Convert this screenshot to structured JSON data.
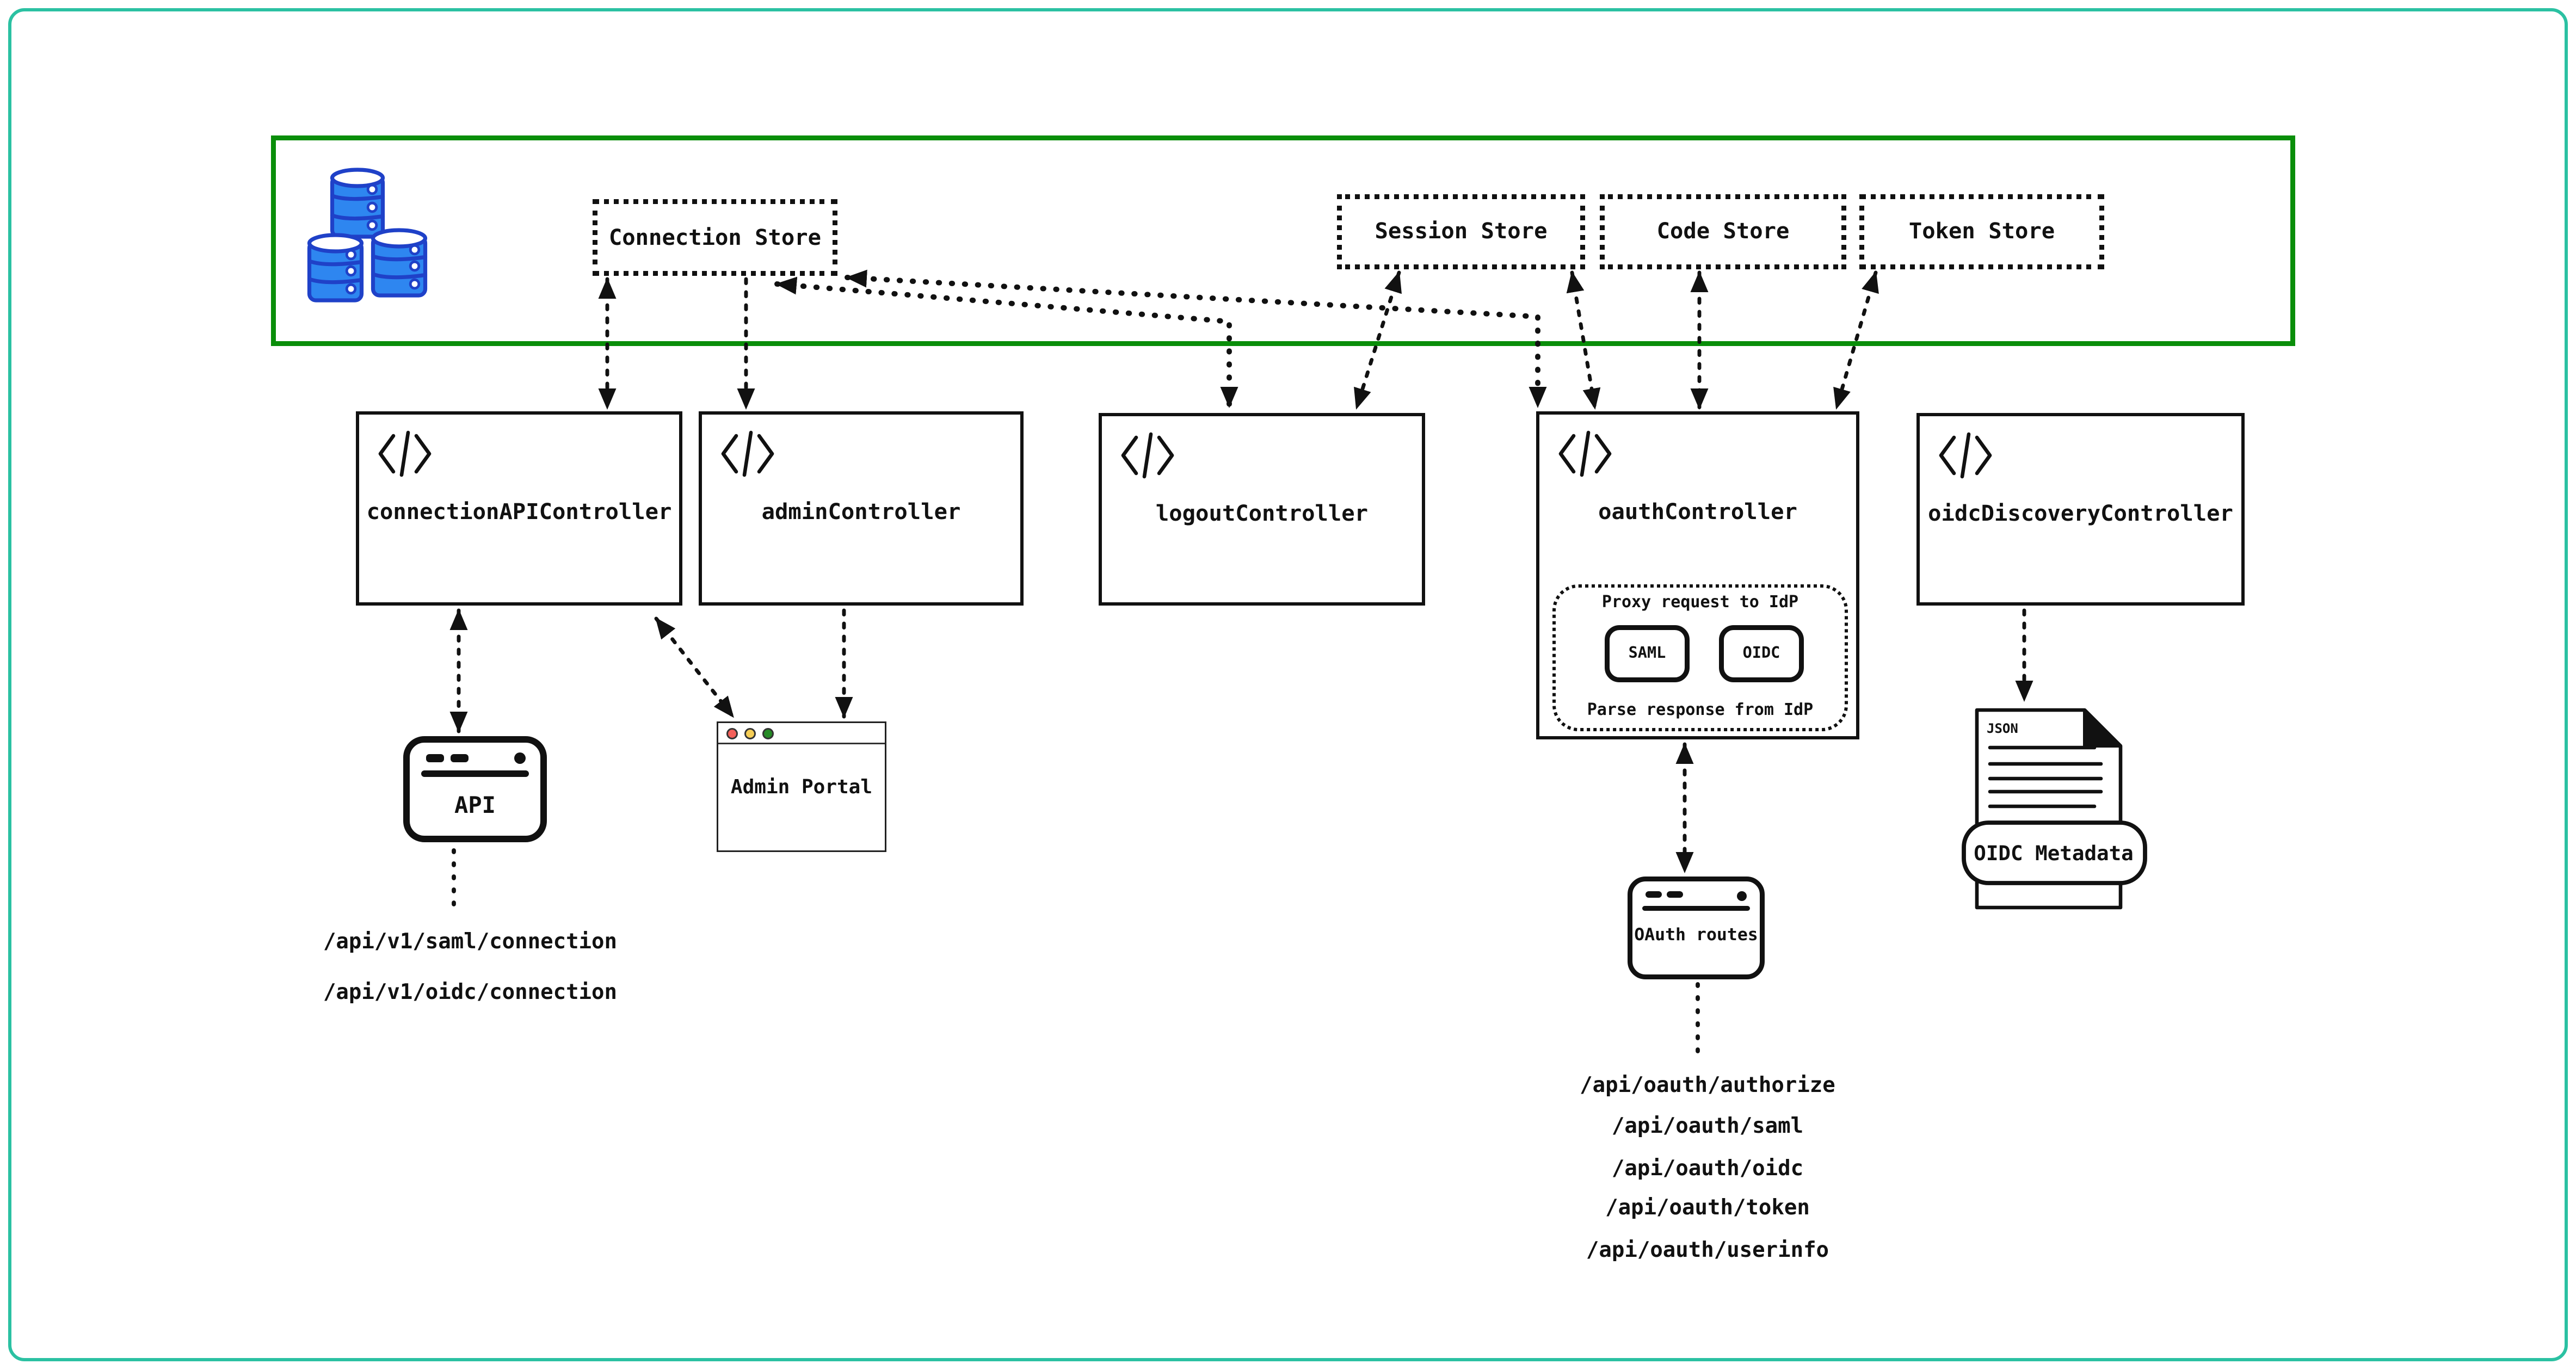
{
  "data_zone": {
    "database_icon": "database-cylinders",
    "stores": [
      {
        "id": "connection-store",
        "label": "Connection Store"
      },
      {
        "id": "session-store",
        "label": "Session Store"
      },
      {
        "id": "code-store",
        "label": "Code Store"
      },
      {
        "id": "token-store",
        "label": "Token Store"
      }
    ]
  },
  "controllers": [
    {
      "label": "connectionAPIController"
    },
    {
      "label": "adminController"
    },
    {
      "label": "logoutController"
    },
    {
      "label": "oauthController"
    },
    {
      "label": "oidcDiscoveryController"
    }
  ],
  "oauth_internal": {
    "proxy_title": "Proxy request to IdP",
    "protocols": [
      {
        "label": "SAML"
      },
      {
        "label": "OIDC"
      }
    ],
    "parse_note": "Parse response from IdP"
  },
  "clients": {
    "api": {
      "label": "API"
    },
    "admin_portal": {
      "label": "Admin Portal"
    },
    "oauth_routes_window": {
      "label": "OAuth routes"
    }
  },
  "api_routes": [
    {
      "path": "/api/v1/saml/connection"
    },
    {
      "path": "/api/v1/oidc/connection"
    }
  ],
  "oauth_routes": [
    {
      "path": "/api/oauth/authorize"
    },
    {
      "path": "/api/oauth/saml"
    },
    {
      "path": "/api/oauth/oidc"
    },
    {
      "path": "/api/oauth/token"
    },
    {
      "path": "/api/oauth/userinfo"
    }
  ],
  "document": {
    "file_type": "JSON",
    "label": "OIDC Metadata"
  },
  "colors": {
    "outer_border": "#2bc1a2",
    "zone_border": "#0a8e0a",
    "db_fill": "#2e86f0",
    "db_stroke": "#1f41c8",
    "ink": "#111111"
  }
}
